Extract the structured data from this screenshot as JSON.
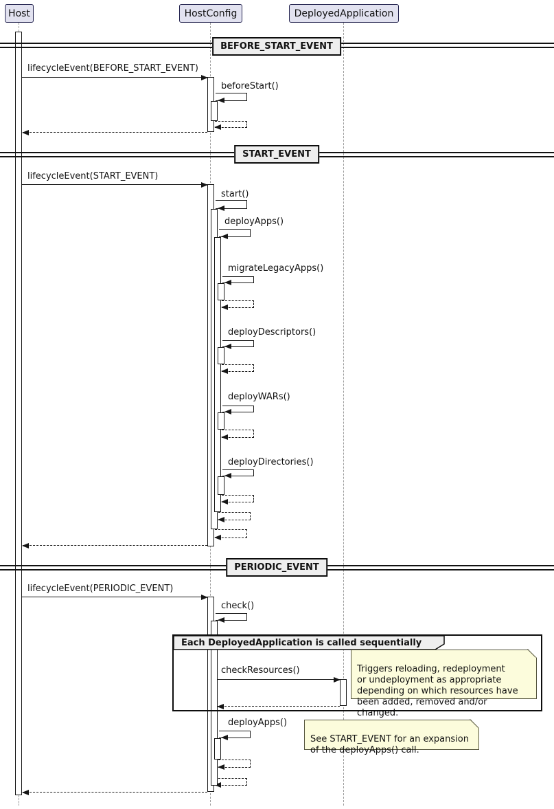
{
  "diagram_type": "uml-sequence",
  "participants": [
    {
      "label": "Host"
    },
    {
      "label": "HostConfig"
    },
    {
      "label": "DeployedApplication"
    }
  ],
  "dividers": [
    {
      "label": "BEFORE_START_EVENT"
    },
    {
      "label": "START_EVENT"
    },
    {
      "label": "PERIODIC_EVENT"
    }
  ],
  "messages": {
    "lifecycle_before_start": "lifecycleEvent(BEFORE_START_EVENT)",
    "before_start": "beforeStart()",
    "lifecycle_start": "lifecycleEvent(START_EVENT)",
    "start": "start()",
    "deploy_apps": "deployApps()",
    "migrate_legacy_apps": "migrateLegacyApps()",
    "deploy_descriptors": "deployDescriptors()",
    "deploy_wars": "deployWARs()",
    "deploy_directories": "deployDirectories()",
    "lifecycle_periodic": "lifecycleEvent(PERIODIC_EVENT)",
    "check": "check()",
    "check_resources": "checkResources()",
    "deploy_apps_periodic": "deployApps()"
  },
  "frame": {
    "label": "Each DeployedApplication is called sequentially"
  },
  "notes": {
    "check_resources": "Triggers reloading, redeployment\nor undeployment as appropriate\ndepending on which resources have\nbeen added, removed and/or changed.",
    "deploy_apps": "See START_EVENT for an expansion\nof the deployApps() call."
  },
  "colors": {
    "participant_fill": "#E2E2F0",
    "participant_border": "#23234E",
    "note_fill": "#FCFCDC",
    "divider_fill": "#EEEEEE",
    "line": "#161616",
    "lifeline": "#9C9C9C"
  }
}
